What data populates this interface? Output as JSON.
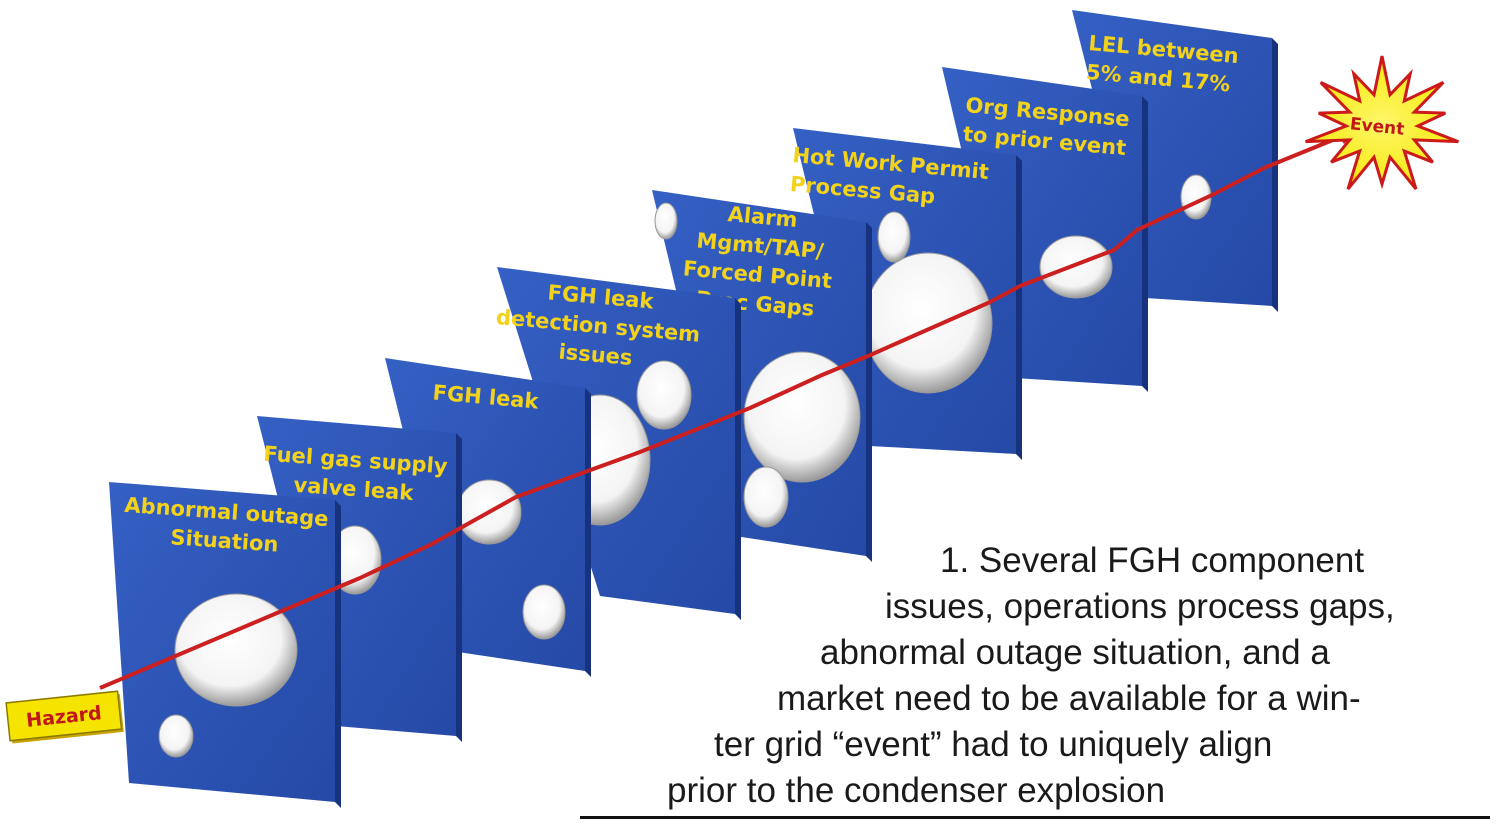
{
  "slices": [
    {
      "label": [
        "Abnormal outage",
        "Situation"
      ]
    },
    {
      "label": [
        "Fuel gas supply",
        "valve leak"
      ]
    },
    {
      "label": [
        "FGH leak"
      ]
    },
    {
      "label": [
        "FGH leak",
        "detection system",
        "issues"
      ]
    },
    {
      "label": [
        "Alarm",
        "Mgmt/TAP/",
        "Forced Point",
        "Proc Gaps"
      ]
    },
    {
      "label": [
        "Hot Work Permit",
        "Process Gap"
      ]
    },
    {
      "label": [
        "Org Response",
        "to prior event"
      ]
    },
    {
      "label": [
        "LEL between",
        "5% and 17%"
      ]
    }
  ],
  "hazard_label": "Hazard",
  "event_label": "Event",
  "caption": {
    "lines": [
      "1. Several FGH component",
      "issues, operations process gaps,",
      "abnormal outage situation, and a",
      "market need to be available for a win-",
      "ter grid “event” had to uniquely align",
      "prior to the condenser explosion"
    ]
  },
  "colors": {
    "slice_fill": "#2d53b3",
    "slice_edge": "#18337e",
    "label_text": "#f2d21a",
    "path_line": "#cc1f1f",
    "hazard_fill": "#f5e400",
    "hazard_text": "#c01818",
    "event_fill": "#f7ec1c"
  }
}
